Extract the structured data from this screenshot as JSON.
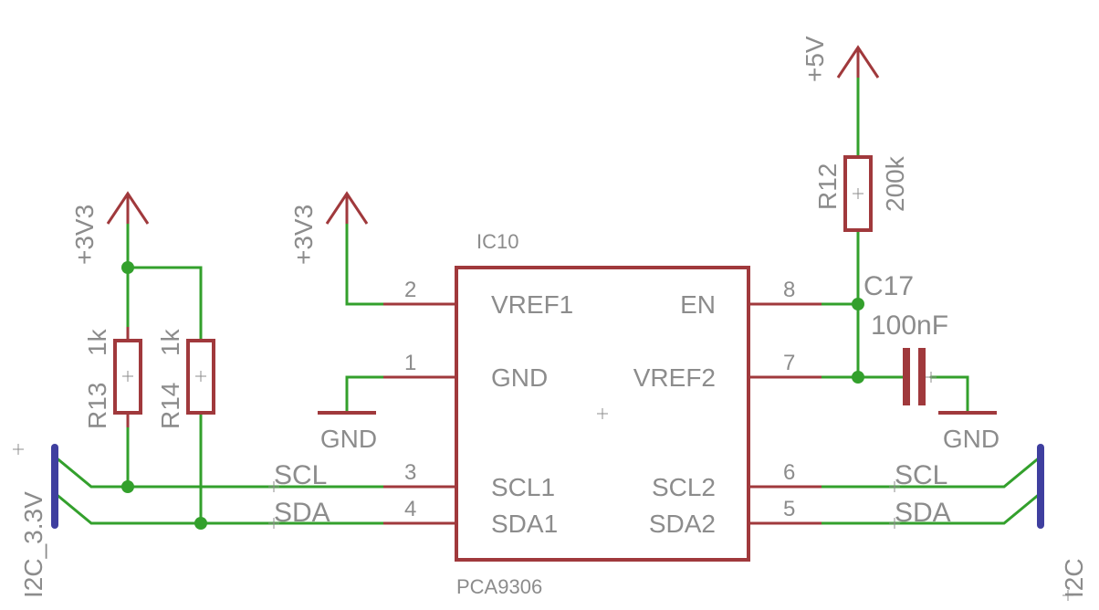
{
  "ic": {
    "name": "IC10",
    "value": "PCA9306",
    "pins": {
      "vref1": {
        "num": "2",
        "name": "VREF1"
      },
      "gnd": {
        "num": "1",
        "name": "GND"
      },
      "scl1": {
        "num": "3",
        "name": "SCL1"
      },
      "sda1": {
        "num": "4",
        "name": "SDA1"
      },
      "en": {
        "num": "8",
        "name": "EN"
      },
      "vref2": {
        "num": "7",
        "name": "VREF2"
      },
      "scl2": {
        "num": "6",
        "name": "SCL2"
      },
      "sda2": {
        "num": "5",
        "name": "SDA2"
      }
    }
  },
  "supplies": {
    "left_rail": "+3V3",
    "ic_rail": "+3V3",
    "right_rail": "+5V",
    "gnd_ic": "GND",
    "gnd_cap": "GND"
  },
  "resistors": {
    "r13": {
      "name": "R13",
      "value": "1k"
    },
    "r14": {
      "name": "R14",
      "value": "1k"
    },
    "r12": {
      "name": "R12",
      "value": "200k"
    }
  },
  "capacitor": {
    "name": "C17",
    "value": "100nF"
  },
  "nets": {
    "scl_left": "SCL",
    "sda_left": "SDA",
    "scl_right": "SCL",
    "sda_right": "SDA"
  },
  "buses": {
    "left": "I2C_3.3V",
    "right": "I2C"
  },
  "colors": {
    "wire": "#33a02c",
    "component": "#a0393c",
    "bus": "#3f3f9f",
    "label": "#8c8c8c"
  }
}
